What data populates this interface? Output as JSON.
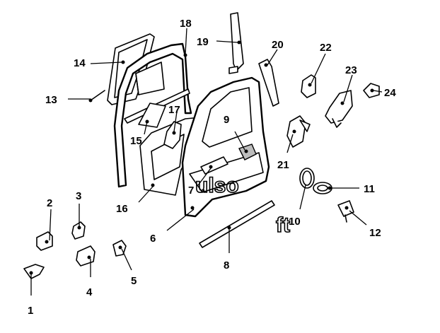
{
  "diagram": {
    "labels": [
      "1",
      "2",
      "3",
      "4",
      "5",
      "6",
      "7",
      "8",
      "9",
      "10",
      "11",
      "12",
      "13",
      "14",
      "15",
      "16",
      "17",
      "18",
      "19",
      "20",
      "21",
      "22",
      "23",
      "24"
    ],
    "watermark": {
      "line1": "ulso",
      "line2": "ft"
    }
  }
}
